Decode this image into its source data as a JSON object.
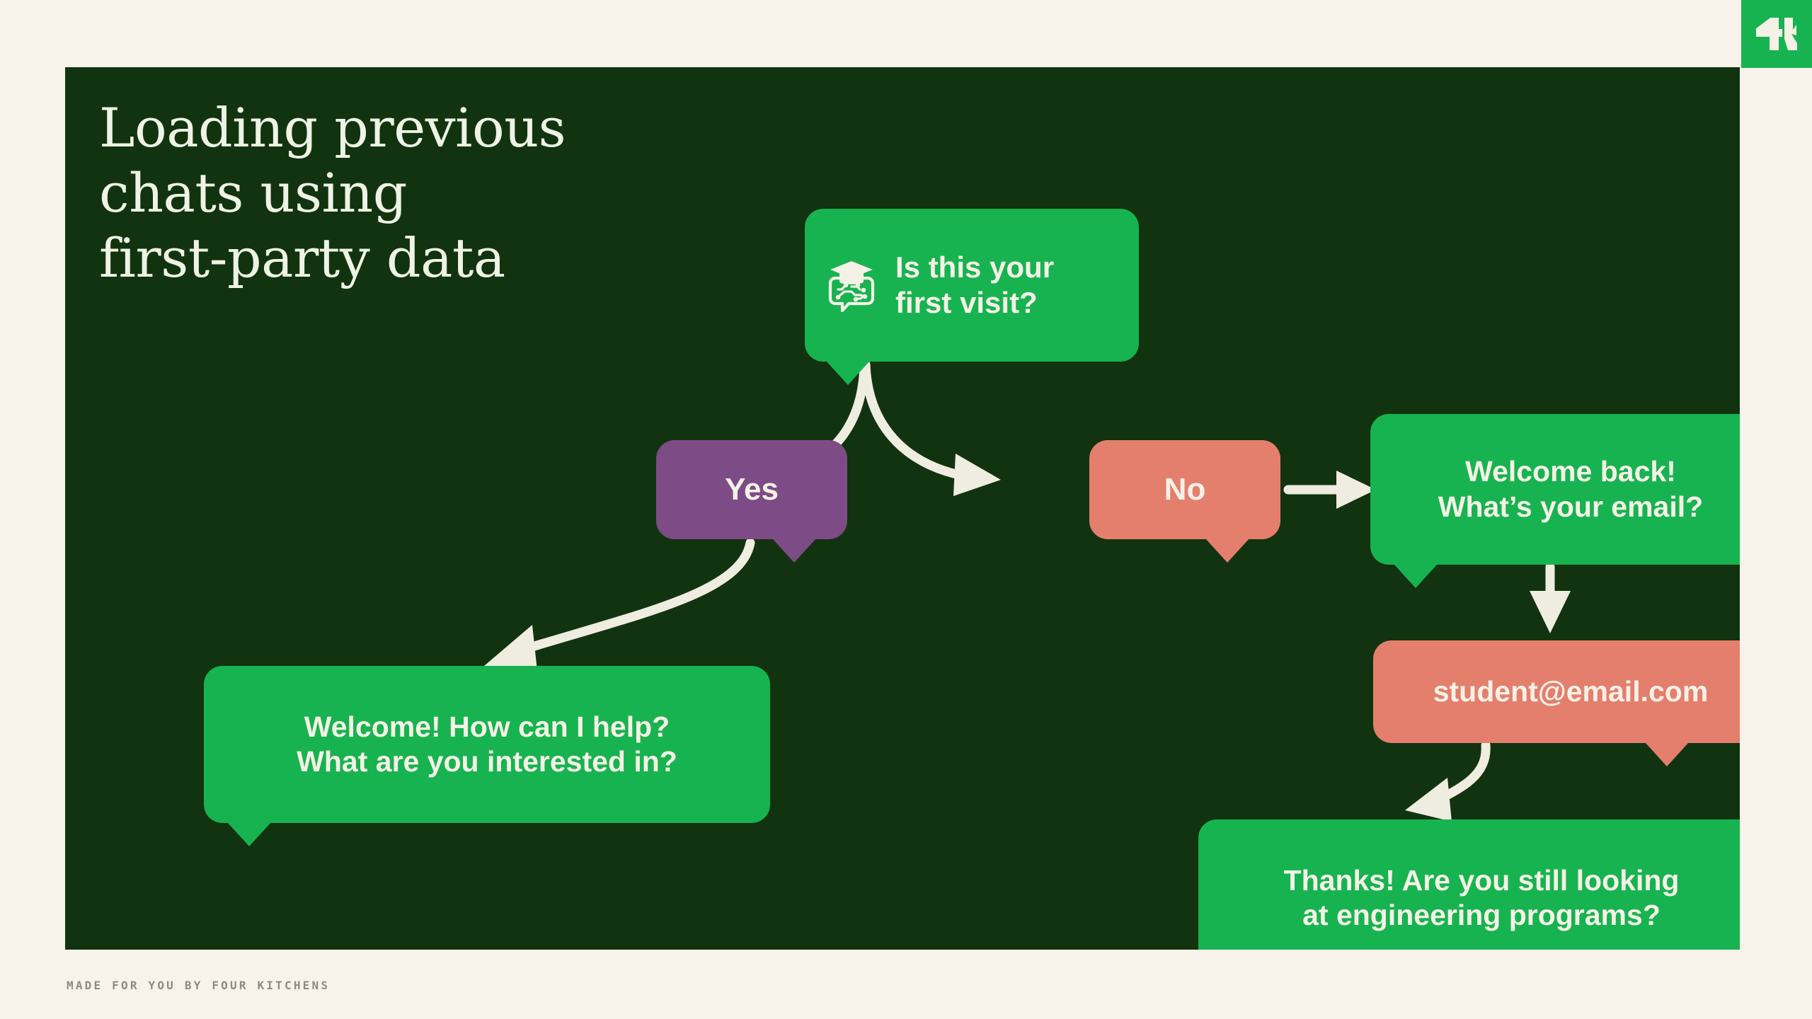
{
  "brand": {
    "logo_icon": "four-kitchens-4k-logo",
    "logo_text": "4K",
    "logo_bg": "#17b350"
  },
  "slide": {
    "background": "#f7f2ea",
    "panel_background": "#12330f",
    "title": "Loading previous\nchats using\nfirst-party data",
    "title_color": "#eef3e4"
  },
  "colors": {
    "green": "#17b350",
    "salmon": "#e47f6e",
    "purple": "#7d4b85",
    "cream": "#f7f2ea",
    "dark_green": "#12330f",
    "arrow": "#efece0"
  },
  "flow": {
    "nodes": [
      {
        "id": "first-visit",
        "label": "Is this your\nfirst visit?",
        "color": "#17b350",
        "type": "bot-message",
        "icon": "ai-graduation-chat-icon"
      },
      {
        "id": "yes",
        "label": "Yes",
        "color": "#7d4b85",
        "type": "user-choice"
      },
      {
        "id": "no",
        "label": "No",
        "color": "#e47f6e",
        "type": "user-choice"
      },
      {
        "id": "welcome-back",
        "label": "Welcome back!\nWhat’s your email?",
        "color": "#17b350",
        "type": "bot-message"
      },
      {
        "id": "email",
        "label": "student@email.com",
        "color": "#e47f6e",
        "type": "user-input"
      },
      {
        "id": "welcome",
        "label": "Welcome! How can I help?\nWhat are you interested in?",
        "color": "#17b350",
        "type": "bot-message"
      },
      {
        "id": "thanks",
        "label": "Thanks! Are you still looking\nat engineering programs?",
        "color": "#17b350",
        "type": "bot-message"
      }
    ],
    "edges": [
      {
        "from": "first-visit",
        "to": "yes",
        "style": "curved-arrow"
      },
      {
        "from": "first-visit",
        "to": "no",
        "style": "curved-arrow"
      },
      {
        "from": "no",
        "to": "welcome-back",
        "style": "straight-arrow"
      },
      {
        "from": "yes",
        "to": "welcome",
        "style": "curved-arrow"
      },
      {
        "from": "welcome-back",
        "to": "email",
        "style": "straight-arrow"
      },
      {
        "from": "email",
        "to": "thanks",
        "style": "curved-arrow"
      }
    ]
  },
  "footer": {
    "credit": "Made for you by Four Kitchens"
  }
}
